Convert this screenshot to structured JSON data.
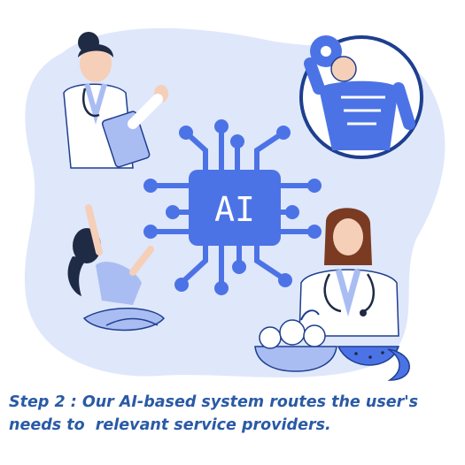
{
  "colors": {
    "blob": "#dfe7fb",
    "accent": "#4c73e6",
    "accent_light": "#a9bdf3",
    "ink": "#1e3f8f",
    "caption": "#2a5aa6"
  },
  "chip": {
    "label": "AI",
    "icon": "ai-chip-icon"
  },
  "figures": [
    {
      "name": "doctor-with-clipboard",
      "icon": "doctor-icon"
    },
    {
      "name": "bodybuilder-with-dumbbell",
      "icon": "fitness-icon"
    },
    {
      "name": "yoga-woman",
      "icon": "yoga-icon"
    },
    {
      "name": "nutritionist-with-fruits",
      "icon": "nutrition-icon"
    }
  ],
  "caption": {
    "line1": "Step 2 : Our AI-based system routes the user's",
    "line2": "needs to  relevant service providers."
  }
}
